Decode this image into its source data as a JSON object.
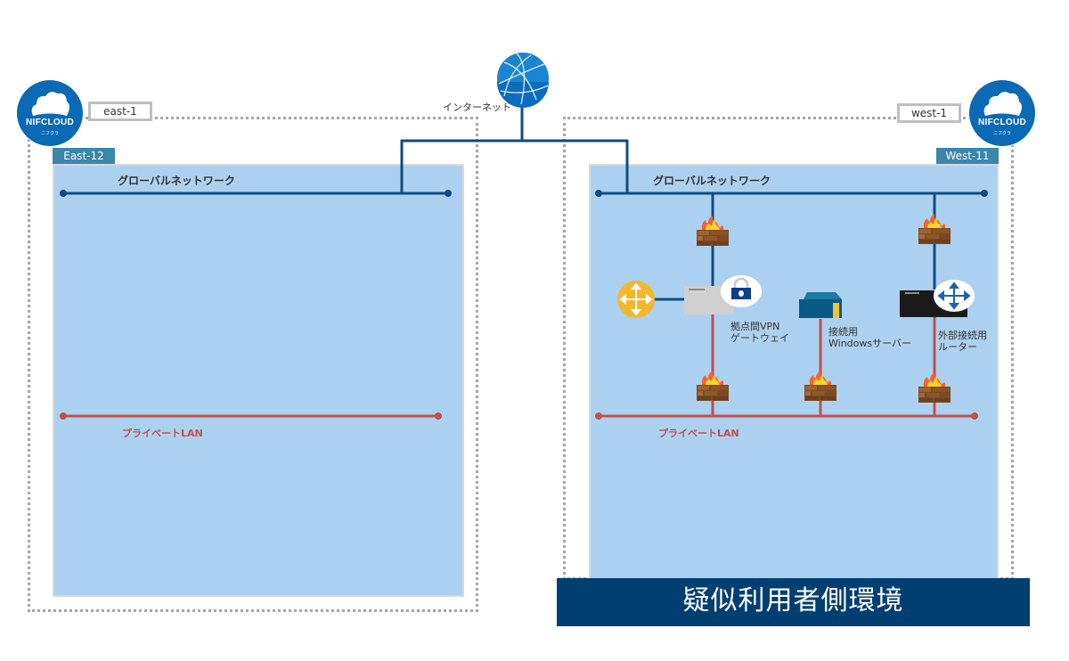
{
  "diagram": {
    "internet": {
      "label": "インターネット",
      "icon": "globe-icon"
    },
    "regions": [
      {
        "id": "east",
        "region_label": "east-1",
        "logo_text": "NIFCLOUD",
        "logo_subtext": "ニフクラ",
        "zone_label": "East-12",
        "global_network_label": "グローバルネットワーク",
        "private_lan_label": "プライベートLAN"
      },
      {
        "id": "west",
        "region_label": "west-1",
        "logo_text": "NIFCLOUD",
        "logo_subtext": "ニフクラ",
        "zone_label": "West-11",
        "global_network_label": "グローバルネットワーク",
        "private_lan_label": "プライベートLAN"
      }
    ],
    "devices": [
      {
        "id": "vpn-gateway",
        "label_line1": "拠点間VPN",
        "label_line2": "ゲートウェイ",
        "icon": "vpn-gateway-icon"
      },
      {
        "id": "windows-server",
        "label_line1": "接続用",
        "label_line2": "Windowsサーバー",
        "icon": "server-icon"
      },
      {
        "id": "external-router",
        "label_line1": "外部接続用",
        "label_line2": "ルーター",
        "icon": "router-icon"
      }
    ],
    "banner": "疑似利用者側環境",
    "colors": {
      "global_line": "#0f4c81",
      "private_line": "#c0504d",
      "zone_fill": "#acd0f0",
      "zone_tab": "#3b86ab",
      "banner": "#003f72",
      "logo": "#0a6ab5"
    }
  }
}
